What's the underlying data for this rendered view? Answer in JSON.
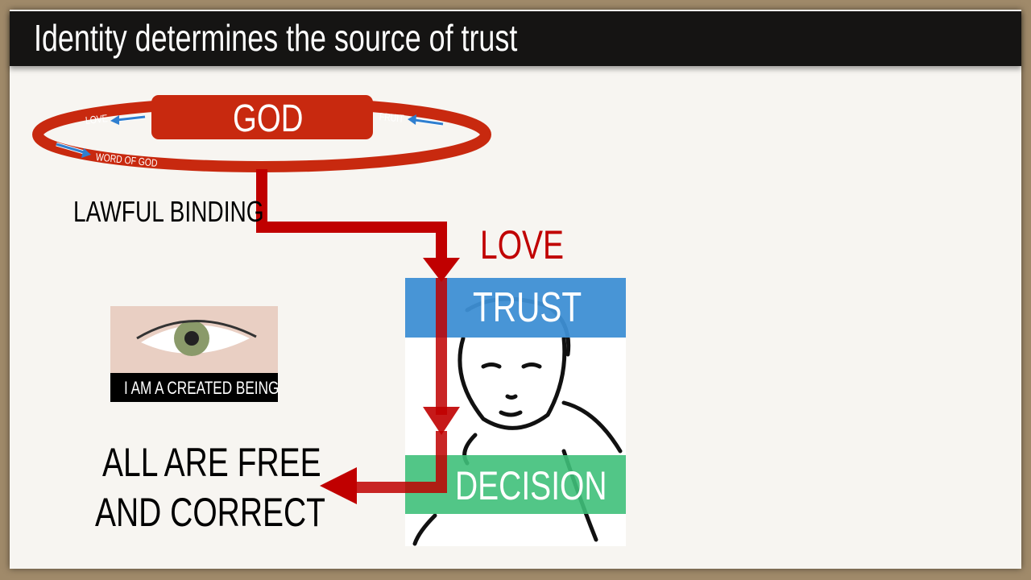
{
  "title": "Identity determines the source of trust",
  "ring": {
    "center_label": "GOD",
    "love_label": "LOVE",
    "fruit_label": "FRUIT",
    "word_label": "WORD OF GOD"
  },
  "lawful_binding": "LAWFUL BINDING",
  "love": "LOVE",
  "trust": "TRUST",
  "decision": "DECISION",
  "eye_caption": "I AM A CREATED BEING",
  "conclusion": {
    "line1": "ALL ARE FREE",
    "line2": "AND CORRECT"
  },
  "colors": {
    "red": "#c8290f",
    "arrow_red": "#c00000",
    "blue": "#3e8fd4",
    "green": "#3fc07a",
    "love_text": "#c00000"
  }
}
